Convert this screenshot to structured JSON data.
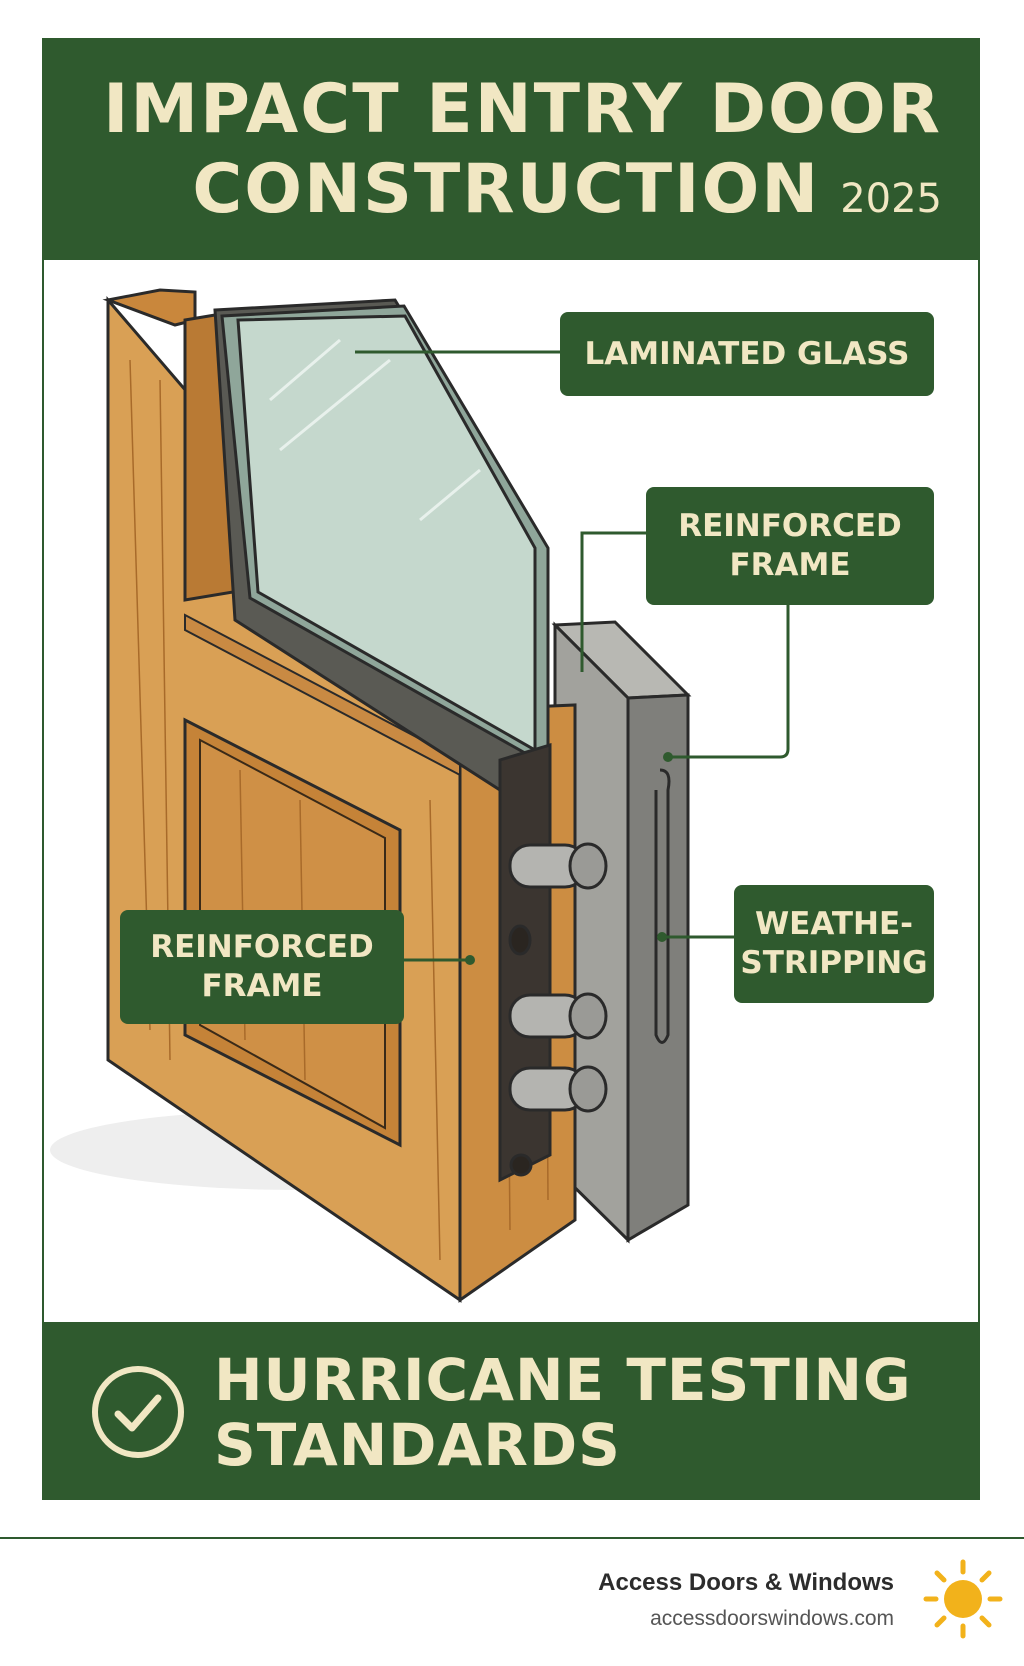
{
  "header": {
    "title_line1": "IMPACT ENTRY DOOR",
    "title_line2": "CONSTRUCTION",
    "year": "2025"
  },
  "callouts": {
    "laminated_glass": "LAMINATED GLASS",
    "reinforced_frame_top_line1": "REINFORCED",
    "reinforced_frame_top_line2": "FRAME",
    "reinforced_frame_left_line1": "REINFORCED",
    "reinforced_frame_left_line2": "FRAME",
    "weatherstripping_line1": "WEATHE-",
    "weatherstripping_line2": "STRIPPING"
  },
  "footer": {
    "line1": "HURRICANE TESTING",
    "line2": "STANDARDS"
  },
  "brand": {
    "name": "Access Doors & Windows",
    "url": "accessdoorswindows.com"
  },
  "colors": {
    "brand_green": "#2f5a2e",
    "cream_text": "#f1e7c3",
    "wood": "#d39a4a",
    "steel": "#9c9c98",
    "glass": "#c5d8cd",
    "sun": "#f2b21b"
  },
  "icons": [
    "check-circle-icon",
    "sun-icon"
  ]
}
